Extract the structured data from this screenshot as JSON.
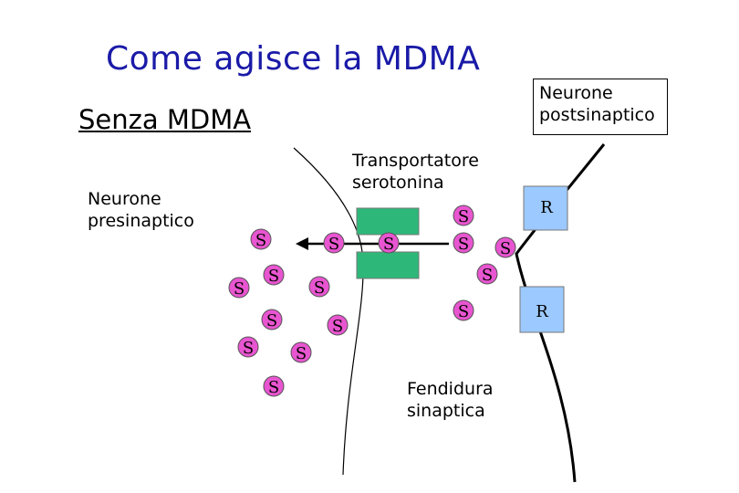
{
  "title": "Come agisce la MDMA",
  "subtitle": "Senza MDMA",
  "labels": {
    "presynaptic": [
      "Neurone",
      "presinaptico"
    ],
    "transporter": [
      "Transportatore",
      "serotonina"
    ],
    "postsynaptic": [
      "Neurone",
      "postsinaptico"
    ],
    "cleft": [
      "Fendidura",
      "sinaptica"
    ]
  },
  "serotonin_label": "S",
  "receptor_label": "R",
  "colors": {
    "title": "#1a1aa8",
    "serotonin": "#e855d0",
    "receptor": "#9cc9ff",
    "transporter": "#2db87a"
  }
}
